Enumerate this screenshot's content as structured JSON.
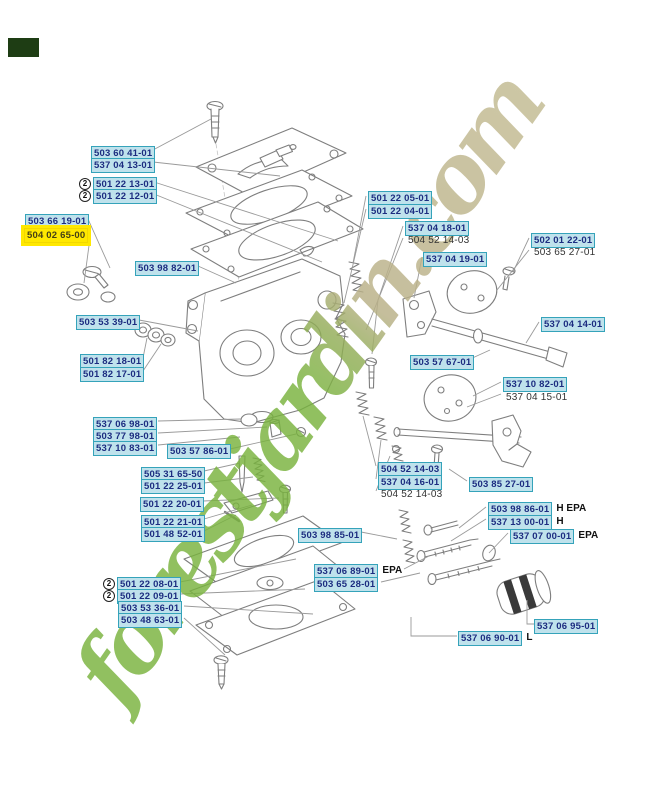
{
  "page": {
    "background": "#ffffff"
  },
  "corner_block": {
    "color": "#1e3d14"
  },
  "watermark": {
    "text": "forestjardin.com",
    "color_green": "#79b33e",
    "color_tan": "#c3bb92"
  },
  "colors": {
    "label_bg": "#bfe2ec",
    "label_border": "#35a3ba",
    "label_text": "#1c2c80",
    "highlight_bg": "#ffe800",
    "plain_text": "#333333",
    "leader_line": "#9a9a9a",
    "drawing_line": "#7e7e7e"
  },
  "labels": [
    {
      "text": "503 60 41-01",
      "variant": "boxed"
    },
    {
      "text": "537 04 13-01",
      "variant": "boxed"
    },
    {
      "text": "501 22 13-01",
      "variant": "boxed",
      "qty": "2"
    },
    {
      "text": "501 22 12-01",
      "variant": "boxed",
      "qty": "2"
    },
    {
      "text": "503 66 19-01",
      "variant": "boxed"
    },
    {
      "text": "504 02 65-00",
      "variant": "highlight"
    },
    {
      "text": "503 98 82-01",
      "variant": "boxed"
    },
    {
      "text": "503 53 39-01",
      "variant": "boxed"
    },
    {
      "text": "501 82 18-01",
      "variant": "boxed"
    },
    {
      "text": "501 82 17-01",
      "variant": "boxed"
    },
    {
      "text": "501 22 05-01",
      "variant": "boxed"
    },
    {
      "text": "501 22 04-01",
      "variant": "boxed"
    },
    {
      "text": "537 04 18-01",
      "variant": "boxed"
    },
    {
      "text": "504 52 14-03",
      "variant": "plain"
    },
    {
      "text": "537 04 19-01",
      "variant": "boxed"
    },
    {
      "text": "502 01 22-01",
      "variant": "boxed"
    },
    {
      "text": "503 65 27-01",
      "variant": "plain"
    },
    {
      "text": "537 04 14-01",
      "variant": "boxed"
    },
    {
      "text": "503 57 67-01",
      "variant": "boxed"
    },
    {
      "text": "537 10 82-01",
      "variant": "boxed"
    },
    {
      "text": "537 04 15-01",
      "variant": "plain"
    },
    {
      "text": "537 06 98-01",
      "variant": "boxed"
    },
    {
      "text": "503 77 98-01",
      "variant": "boxed"
    },
    {
      "text": "537 10 83-01",
      "variant": "boxed"
    },
    {
      "text": "503 57 86-01",
      "variant": "boxed"
    },
    {
      "text": "505 31 65-50",
      "variant": "boxed"
    },
    {
      "text": "501 22 25-01",
      "variant": "boxed"
    },
    {
      "text": "501 22 20-01",
      "variant": "boxed"
    },
    {
      "text": "501 22 21-01",
      "variant": "boxed"
    },
    {
      "text": "501 48 52-01",
      "variant": "boxed"
    },
    {
      "text": "503 98 85-01",
      "variant": "boxed"
    },
    {
      "text": "504 52 14-03",
      "variant": "boxed"
    },
    {
      "text": "537 04 16-01",
      "variant": "boxed"
    },
    {
      "text": "504 52 14-03",
      "variant": "plain"
    },
    {
      "text": "503 85 27-01",
      "variant": "boxed"
    },
    {
      "text": "503 98 86-01",
      "variant": "boxed",
      "suffix": "H EPA"
    },
    {
      "text": "537 13 00-01",
      "variant": "boxed",
      "suffix": "H"
    },
    {
      "text": "537 07 00-01",
      "variant": "boxed",
      "suffix": "EPA"
    },
    {
      "text": "537 06 89-01",
      "variant": "boxed",
      "suffix": "EPA"
    },
    {
      "text": "503 65 28-01",
      "variant": "boxed"
    },
    {
      "text": "501 22 08-01",
      "variant": "boxed",
      "qty": "2"
    },
    {
      "text": "501 22 09-01",
      "variant": "boxed",
      "qty": "2"
    },
    {
      "text": "503 53 36-01",
      "variant": "boxed"
    },
    {
      "text": "503 48 63-01",
      "variant": "boxed"
    },
    {
      "text": "537 06 95-01",
      "variant": "boxed"
    },
    {
      "text": "537 06 90-01",
      "variant": "boxed",
      "suffix": "L"
    }
  ]
}
